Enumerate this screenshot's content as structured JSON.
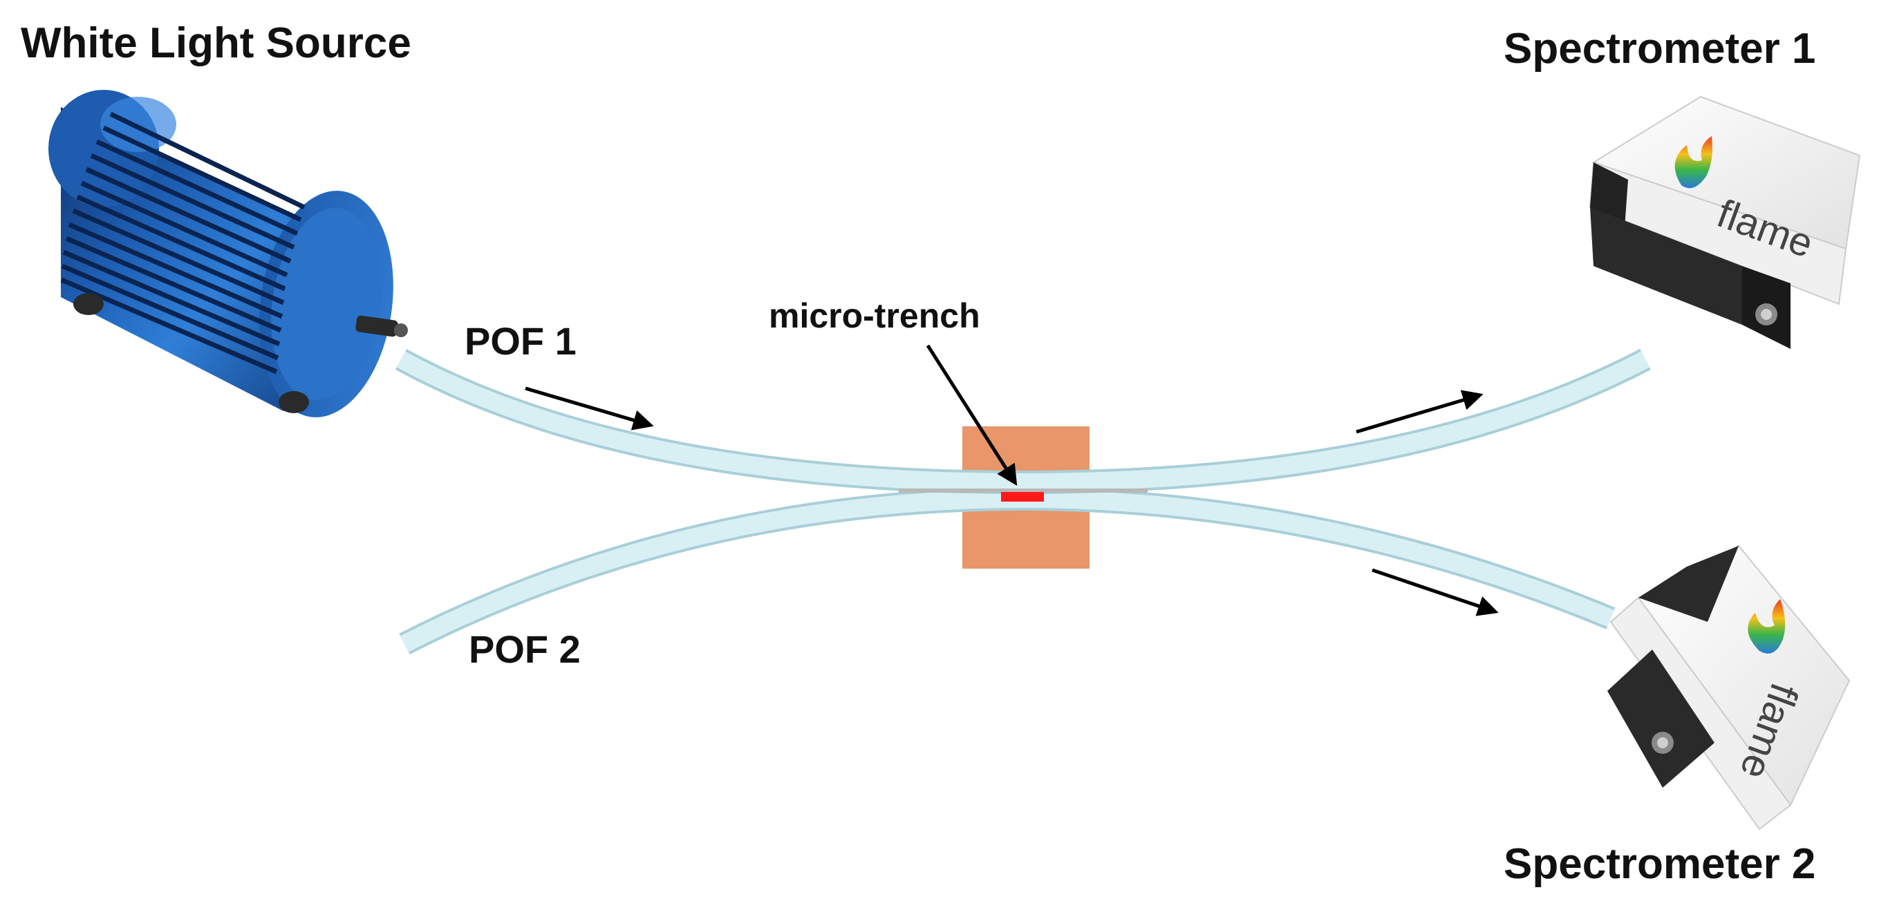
{
  "labels": {
    "source": "White Light Source",
    "spectrometer_1": "Spectrometer 1",
    "spectrometer_2": "Spectrometer 2",
    "pof_1": "POF 1",
    "pof_2": "POF 2",
    "micro_trench": "micro-trench"
  },
  "devices": {
    "spectrometer_brand": "flame"
  },
  "colors": {
    "fiber": "#d8f0f4",
    "fiber_edge": "#a9cfd8",
    "coupler_block": "#e8966a",
    "micro_trench": "#ff1a1a",
    "light_source_body": "#1e5fb4",
    "spectrometer_shell": "#f4f4f4",
    "spectrometer_base": "#2a2a2a",
    "text": "#111111"
  }
}
